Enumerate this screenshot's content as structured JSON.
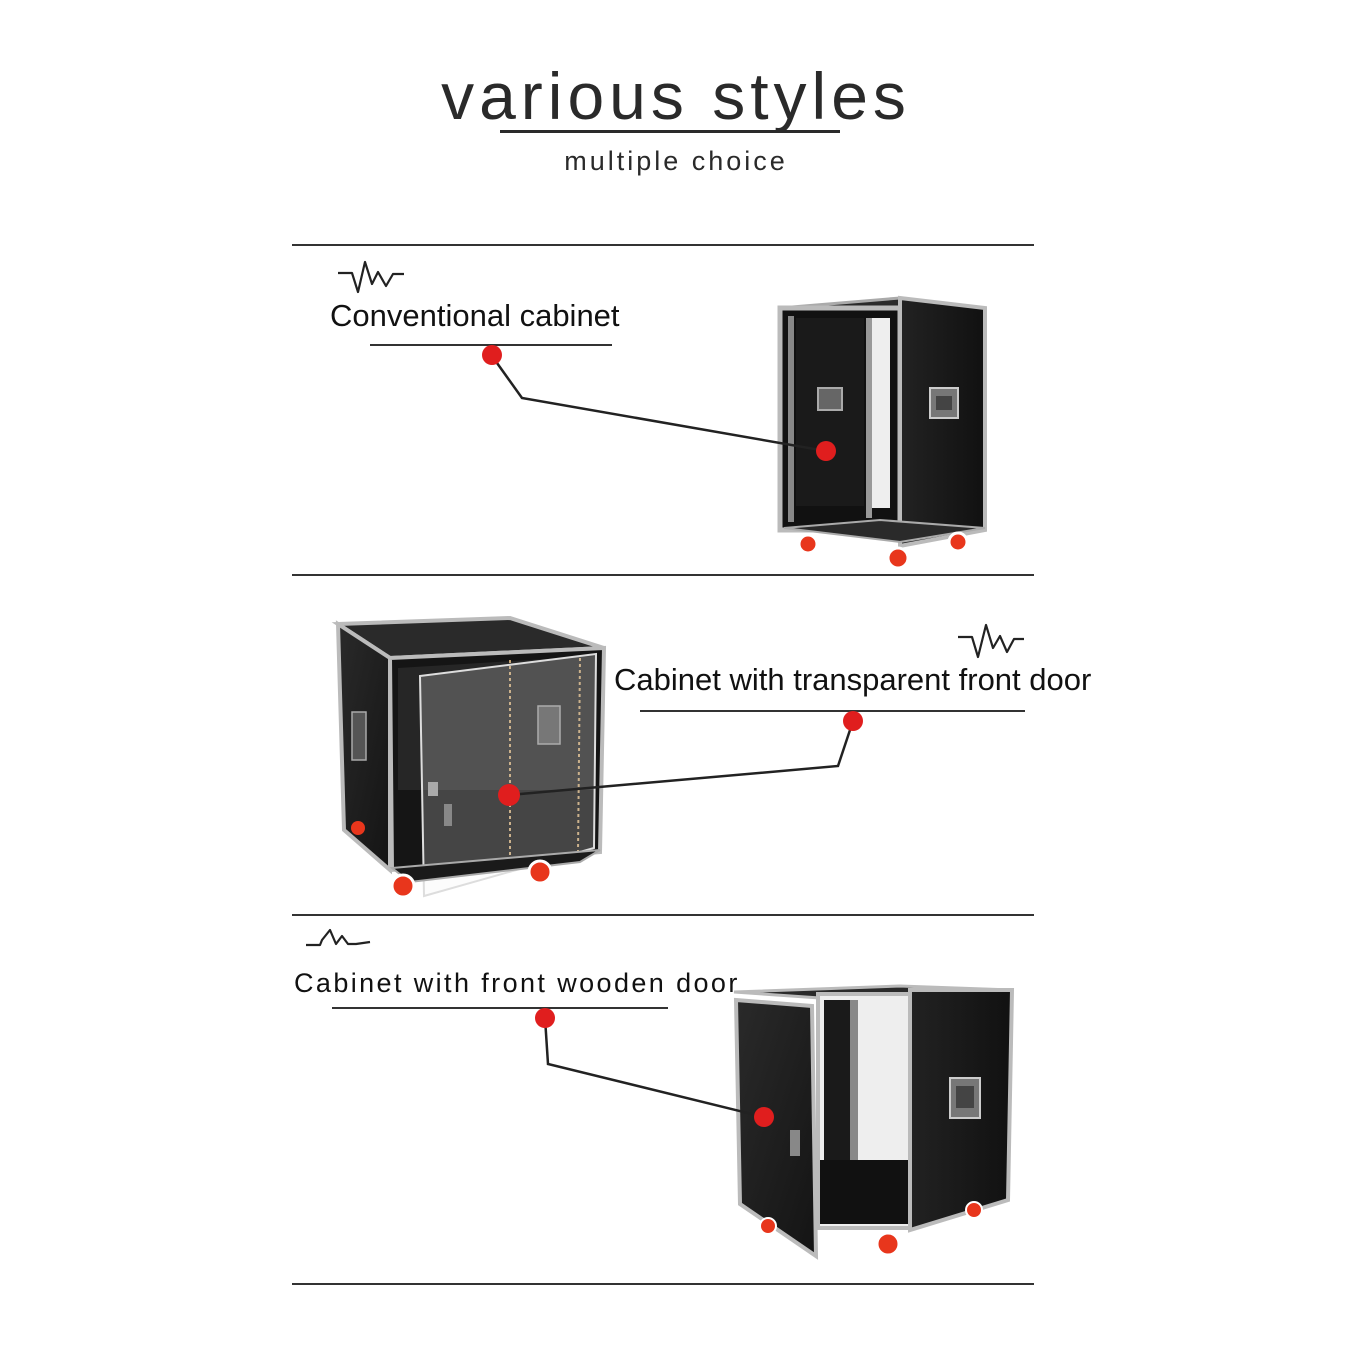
{
  "header": {
    "title": "various styles",
    "subtitle": "multiple choice"
  },
  "sections": [
    {
      "label": "Conventional cabinet",
      "image": "rack-cabinet-open-front"
    },
    {
      "label": "Cabinet with transparent front door",
      "image": "rack-cabinet-transparent-door"
    },
    {
      "label": "Cabinet with front wooden door",
      "image": "rack-cabinet-wooden-door"
    }
  ],
  "colors": {
    "accent": "#e01e1e",
    "case": "#1c1c1c",
    "trim": "#b8b8b8",
    "wheel": "#e8361c",
    "text": "#111111"
  },
  "icons": [
    "pulse-wave-icon"
  ]
}
